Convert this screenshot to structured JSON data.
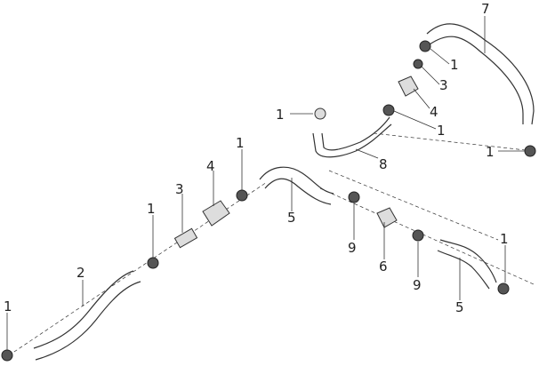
{
  "callouts": [
    {
      "id": "c7",
      "text": "7"
    },
    {
      "id": "c1a",
      "text": "1"
    },
    {
      "id": "c3a",
      "text": "3"
    },
    {
      "id": "c4a",
      "text": "4"
    },
    {
      "id": "c1b",
      "text": "1"
    },
    {
      "id": "c1c",
      "text": "1"
    },
    {
      "id": "c8",
      "text": "8"
    },
    {
      "id": "c1d",
      "text": "1"
    },
    {
      "id": "c1e",
      "text": "1"
    },
    {
      "id": "c4b",
      "text": "4"
    },
    {
      "id": "c3b",
      "text": "3"
    },
    {
      "id": "c1f",
      "text": "1"
    },
    {
      "id": "c5a",
      "text": "5"
    },
    {
      "id": "c9a",
      "text": "9"
    },
    {
      "id": "c6",
      "text": "6"
    },
    {
      "id": "c9b",
      "text": "9"
    },
    {
      "id": "c1g",
      "text": "1"
    },
    {
      "id": "c5b",
      "text": "5"
    },
    {
      "id": "c2",
      "text": "2"
    },
    {
      "id": "c1h",
      "text": "1"
    }
  ]
}
